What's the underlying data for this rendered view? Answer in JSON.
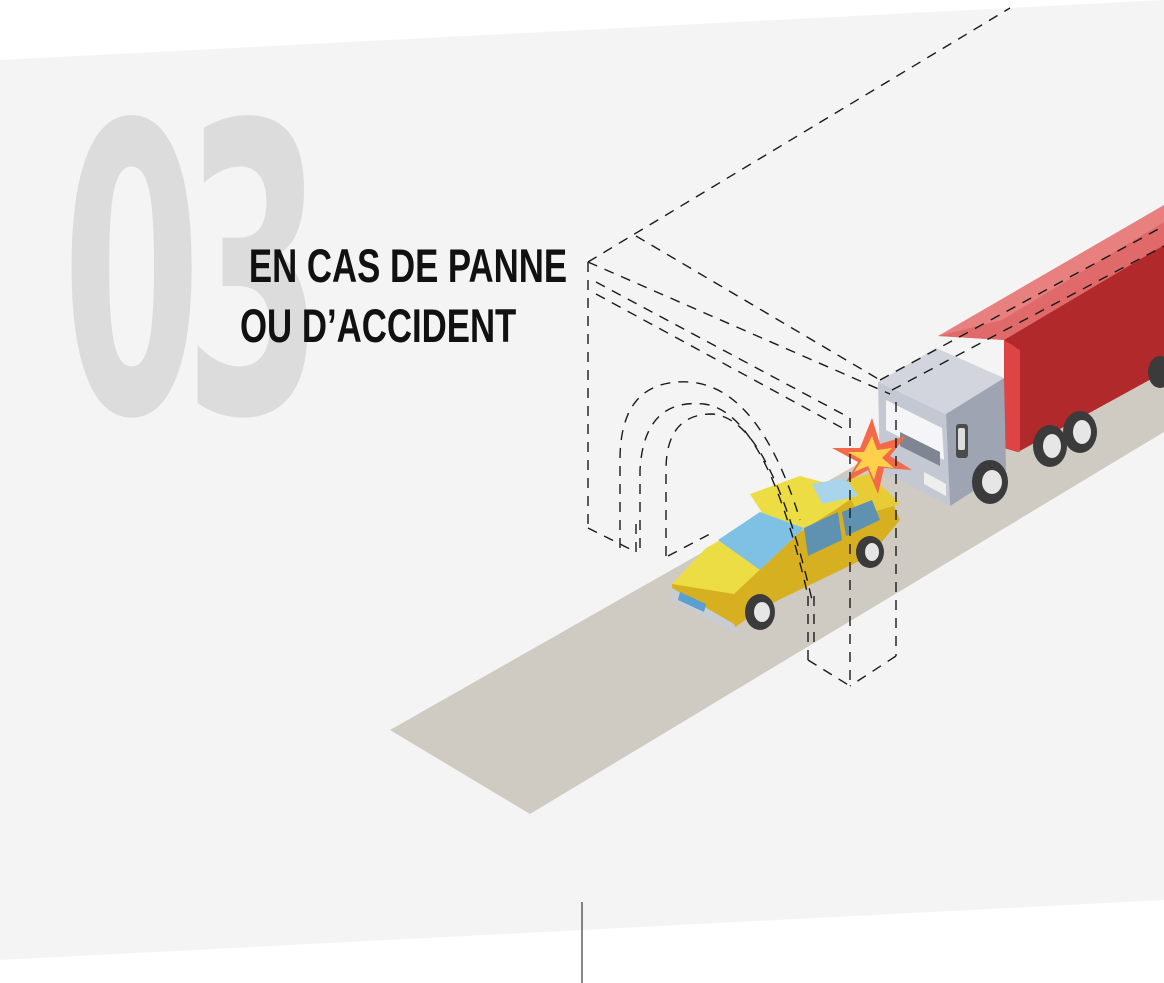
{
  "section": {
    "number": "03",
    "title_line1": "EN CAS DE PANNE",
    "title_line2": "OU D’ACCIDENT"
  },
  "colors": {
    "background": "#f4f4f4",
    "number": "#dcdcdc",
    "road": "#cfcac2",
    "car": "#eddd45",
    "truck_trailer": "#e06a6a",
    "truck_cab": "#c4c8d2",
    "impact": "#f36a4b"
  },
  "icons": {
    "vehicle_car": "car-icon",
    "vehicle_truck": "truck-icon",
    "collision": "explosion-icon"
  }
}
